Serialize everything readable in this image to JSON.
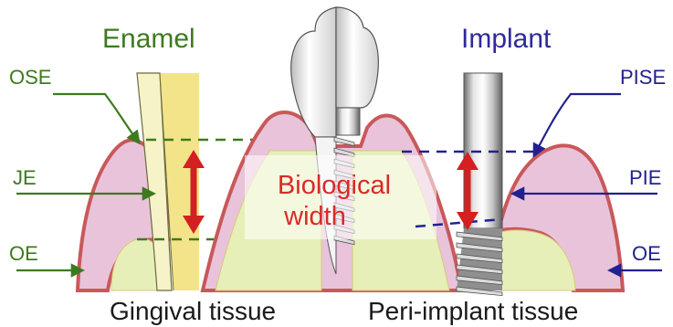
{
  "left": {
    "title": "Enamel",
    "title_color": "#3d7a1f",
    "labels": [
      "OSE",
      "JE",
      "OE"
    ]
  },
  "right": {
    "title": "Implant",
    "title_color": "#2e2a9c",
    "labels": [
      "PISE",
      "PIE",
      "OE"
    ]
  },
  "center": {
    "label_line1": "Biological",
    "label_line2": "width",
    "label_color": "#d92a26"
  },
  "bottom": {
    "left_caption": "Gingival tissue",
    "right_caption": "Peri-implant tissue"
  },
  "colors": {
    "gingiva": "#e9c3da",
    "gingiva_border": "#c9585a",
    "bone": "#e6efb8",
    "enamel": "#f3e48a",
    "green": "#3d7a1f",
    "blue": "#22218f",
    "arrow_red": "#d42020"
  }
}
